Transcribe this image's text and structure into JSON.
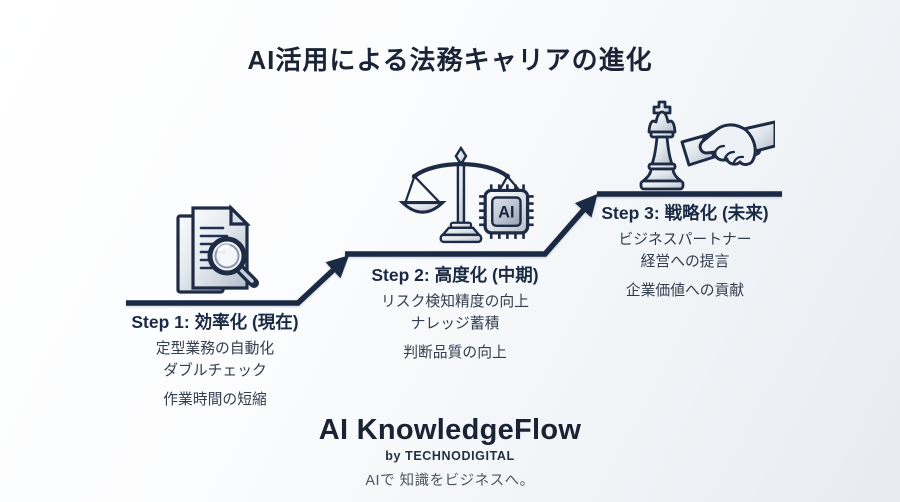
{
  "title": "AI活用による法務キャリアの進化",
  "steps": [
    {
      "label": "Step 1: 効率化 (現在)",
      "items": [
        "定型業務の自動化",
        "ダブルチェック",
        "作業時間の短縮"
      ],
      "icon": "document-magnifier"
    },
    {
      "label": "Step 2: 高度化 (中期)",
      "items": [
        "リスク検知精度の向上",
        "ナレッジ蓄積",
        "判断品質の向上"
      ],
      "icon": "scales-with-ai-chip"
    },
    {
      "label": "Step 3: 戦略化 (未来)",
      "items": [
        "ビジネスパートナー",
        "経営への提言",
        "企業価値への貢献"
      ],
      "icon": "chess-king-handshake"
    }
  ],
  "icons": {
    "chip_label": "AI"
  },
  "footer": {
    "brand": "AI KnowledgeFlow",
    "byline": "by TECHNODIGITAL",
    "tagline": "AIで 知識をビジネスへ。"
  },
  "colors": {
    "ink": "#1b2a44",
    "body_text": "#323d4d",
    "tagline_text": "#4c5560",
    "background_end": "#e7ebf0",
    "silver_light": "#fafbfd",
    "silver_dark": "#b3bdca"
  }
}
